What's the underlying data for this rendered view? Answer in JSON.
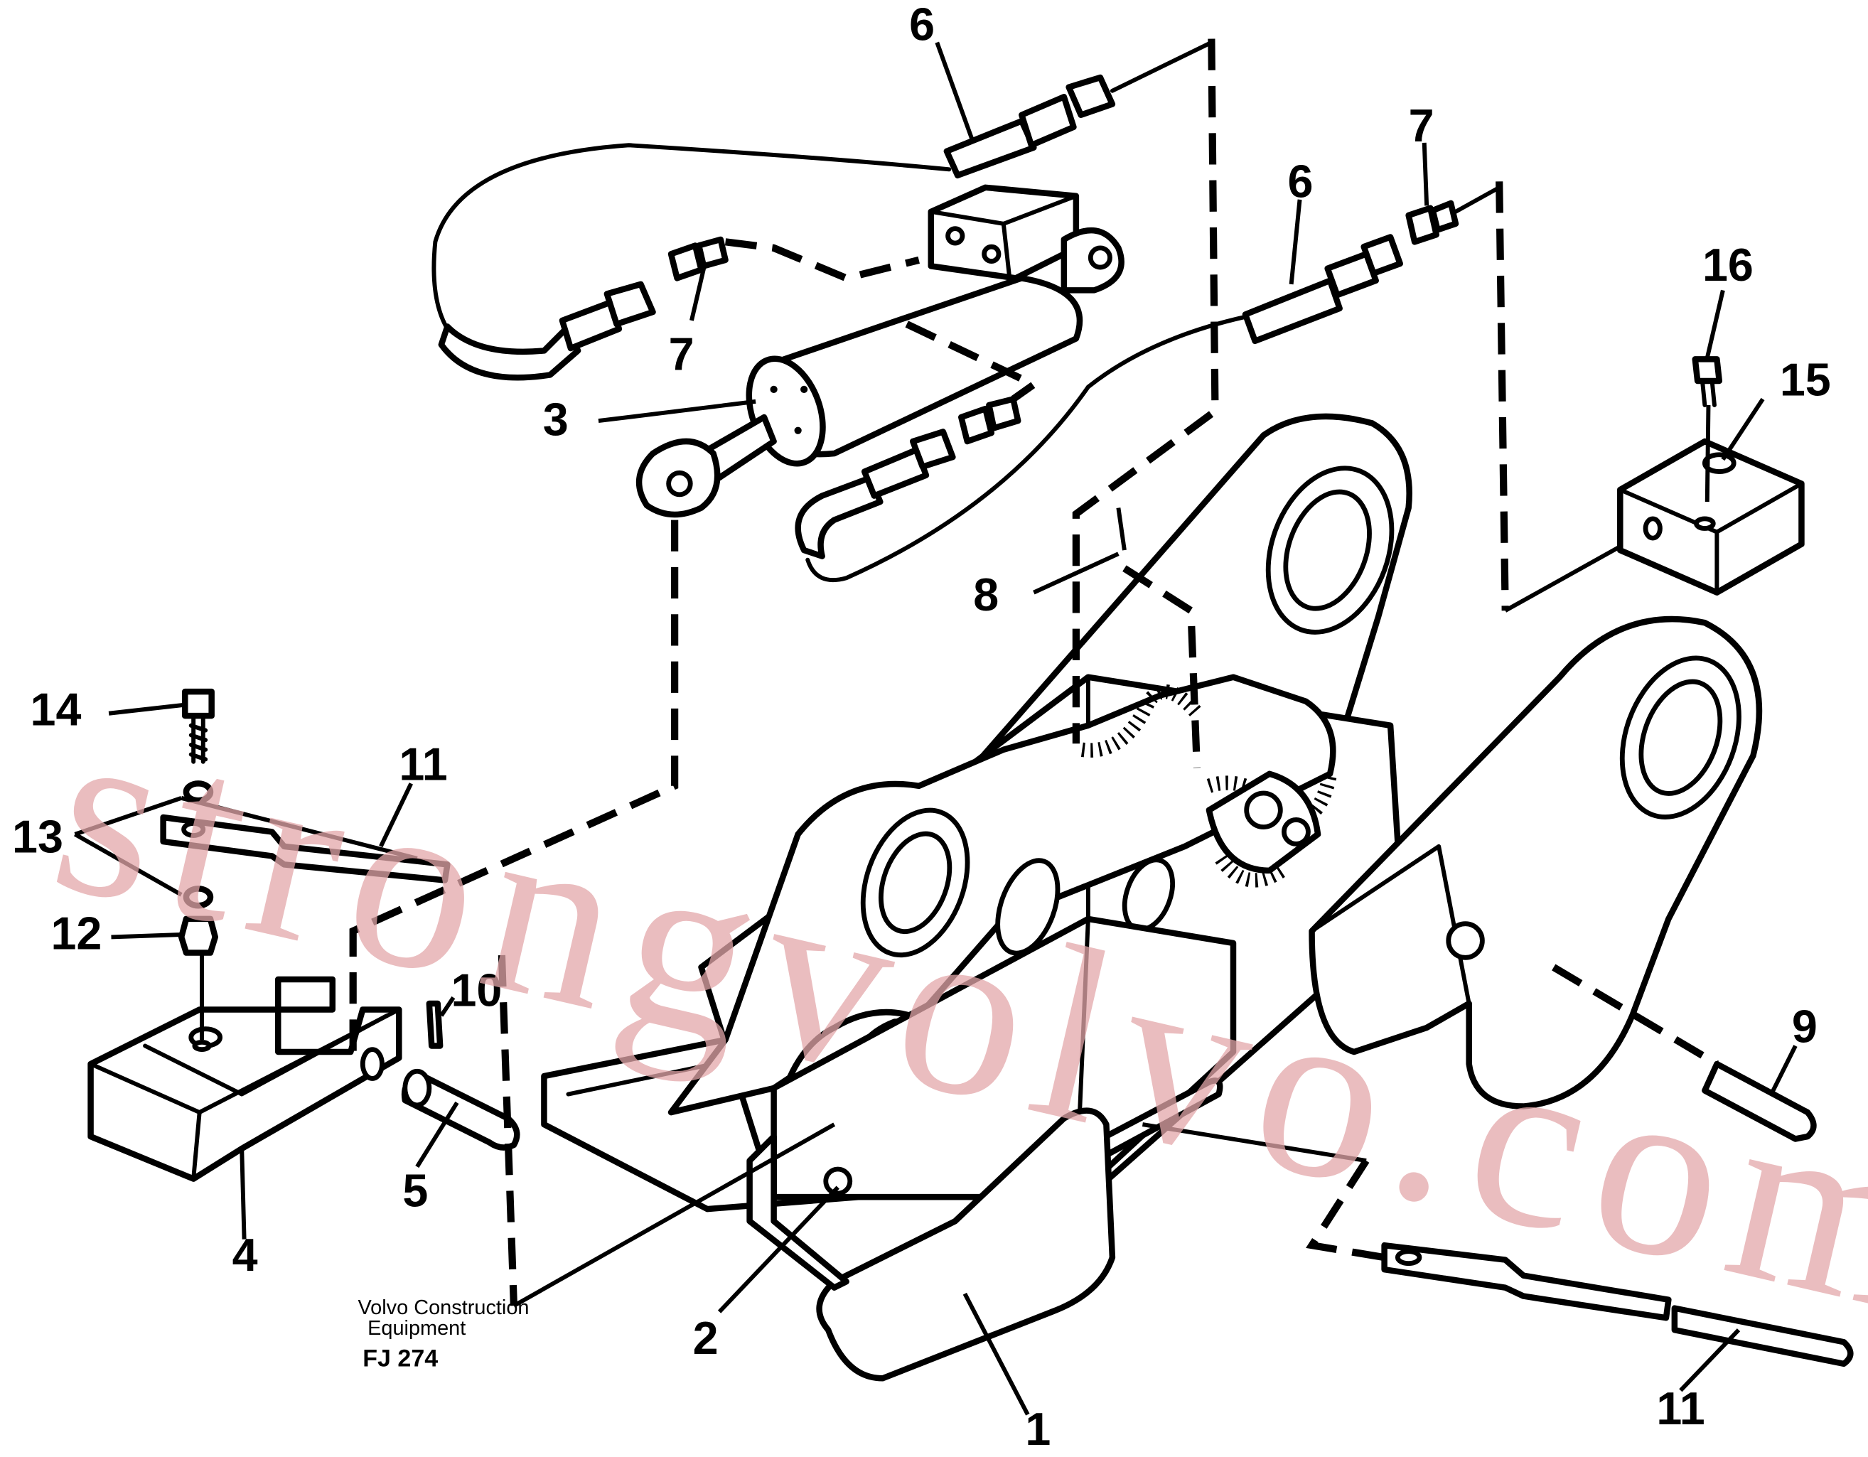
{
  "diagram": {
    "callouts": [
      {
        "id": "c1",
        "text": "1"
      },
      {
        "id": "c2",
        "text": "2"
      },
      {
        "id": "c3",
        "text": "3"
      },
      {
        "id": "c4",
        "text": "4"
      },
      {
        "id": "c5",
        "text": "5"
      },
      {
        "id": "c6a",
        "text": "6"
      },
      {
        "id": "c6b",
        "text": "6"
      },
      {
        "id": "c7a",
        "text": "7"
      },
      {
        "id": "c7b",
        "text": "7"
      },
      {
        "id": "c8",
        "text": "8"
      },
      {
        "id": "c9",
        "text": "9"
      },
      {
        "id": "c10",
        "text": "10"
      },
      {
        "id": "c11a",
        "text": "11"
      },
      {
        "id": "c11b",
        "text": "11"
      },
      {
        "id": "c12",
        "text": "12"
      },
      {
        "id": "c13",
        "text": "13"
      },
      {
        "id": "c14",
        "text": "14"
      },
      {
        "id": "c15",
        "text": "15"
      },
      {
        "id": "c16",
        "text": "16"
      }
    ],
    "caption_line1": "Volvo Construction",
    "caption_line2": "Equipment",
    "drawing_code": "FJ 274",
    "watermark": "strongvolvo.com"
  }
}
